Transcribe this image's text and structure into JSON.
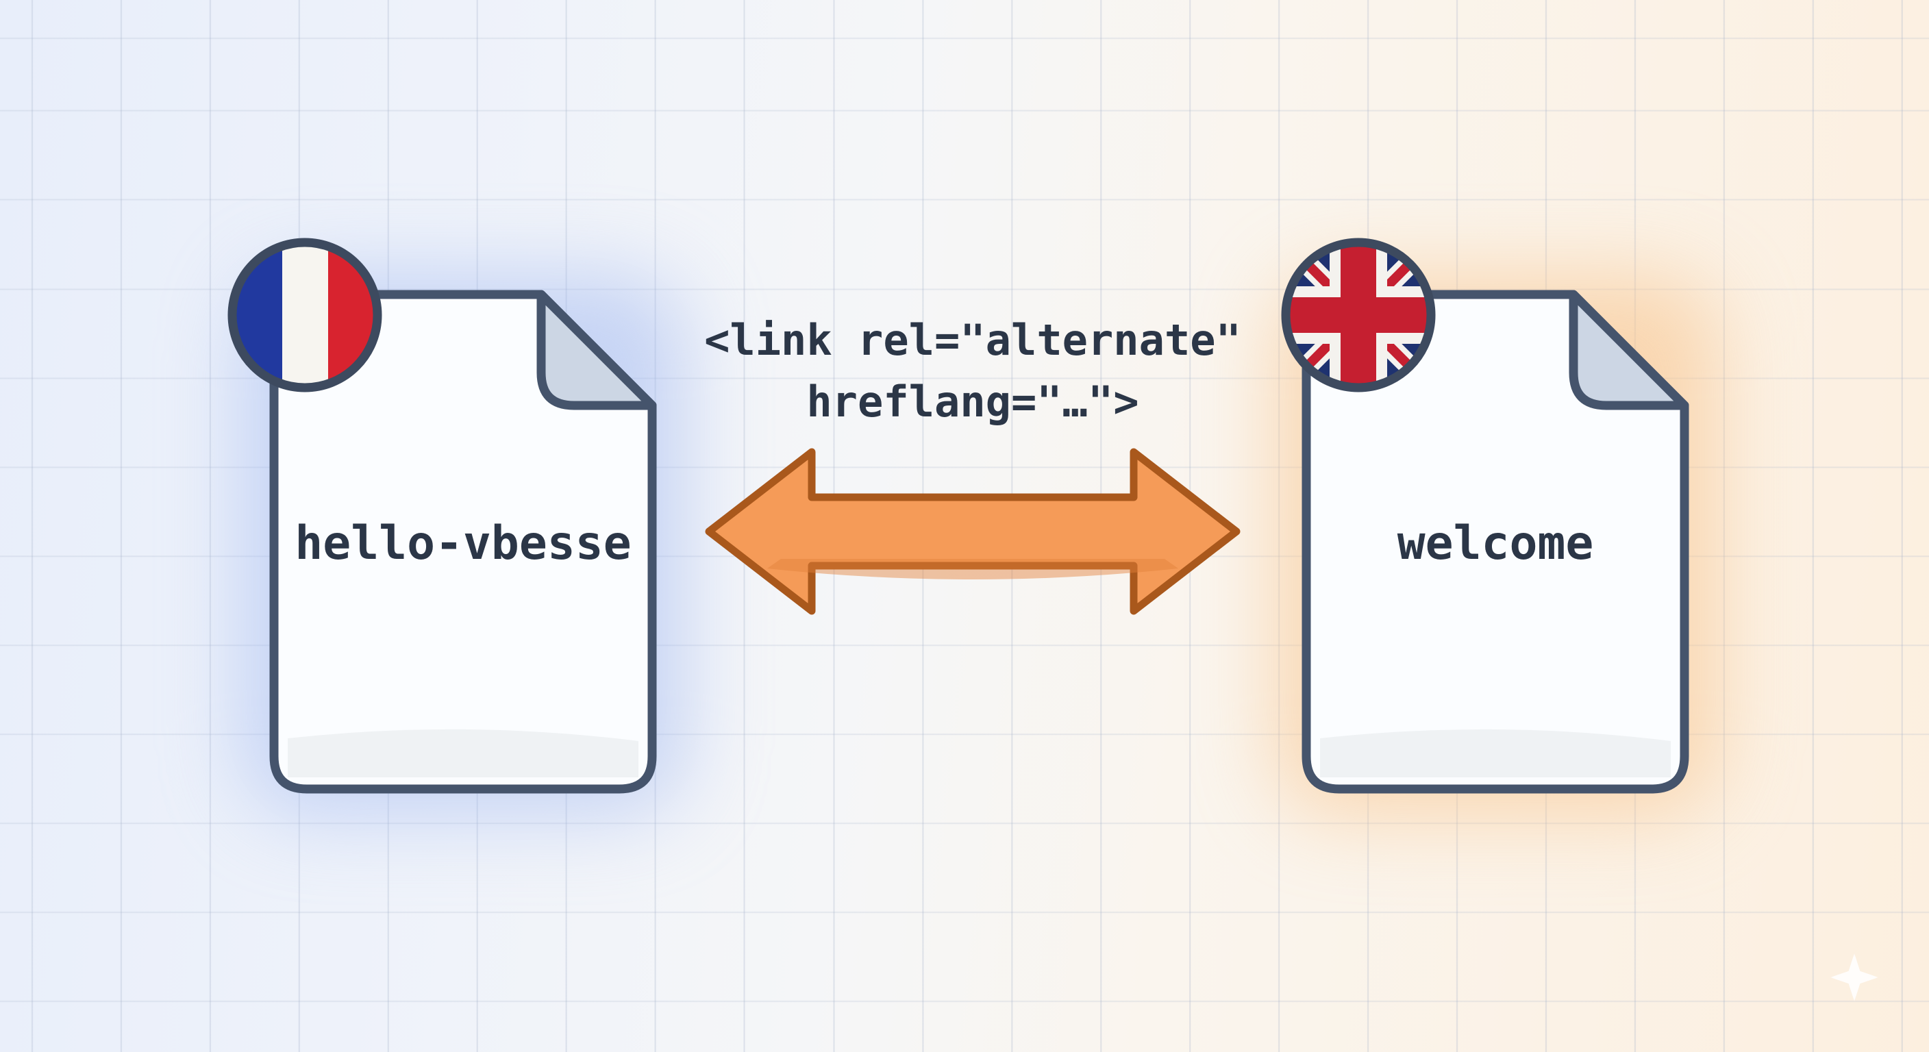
{
  "illustration": {
    "code_annotation": {
      "line1": "<link rel=\"alternate\"",
      "line2": "hreflang=\"…\">"
    },
    "left_document": {
      "label": "hello-vbesse",
      "flag": "french-flag"
    },
    "right_document": {
      "label": "welcome",
      "flag": "uk-flag"
    },
    "arrow": {
      "type": "double-headed"
    },
    "palette": {
      "background_left": "#e8eefa",
      "background_right": "#fcefdf",
      "document_fill": "#fbfdff",
      "document_border": "#45546c",
      "fold_fill": "#ccd6e4",
      "text": "#2b3647",
      "france_blue": "#21399f",
      "france_white": "#f7f5f0",
      "france_red": "#d8232f",
      "uk_navy": "#1e3270",
      "uk_red": "#c51f30",
      "uk_white": "#f4f2ee",
      "flag_border": "#3d4a5f",
      "arrow_fill": "#f59b58",
      "arrow_outline": "#a9581c",
      "glow_left": "#9bb4f0",
      "glow_right": "#f8c48c"
    }
  }
}
